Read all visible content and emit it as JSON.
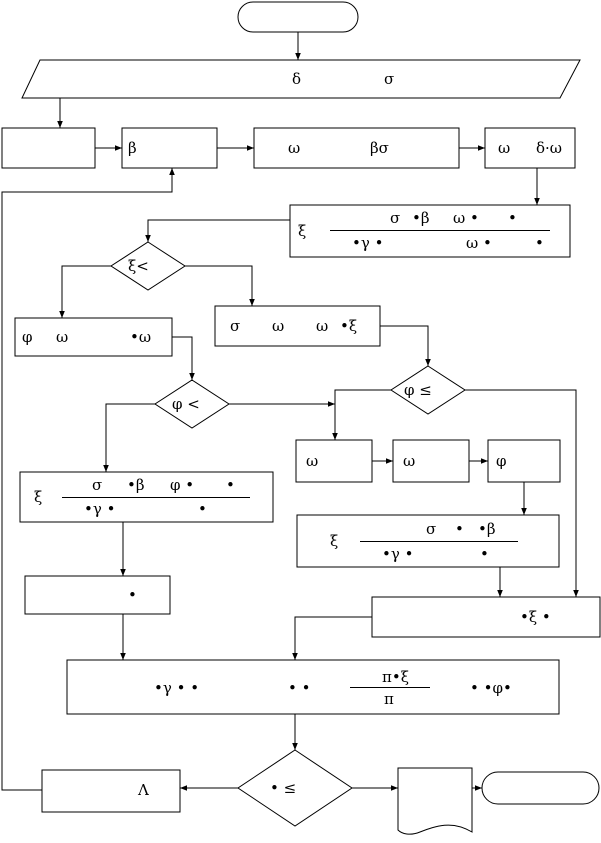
{
  "input_block": {
    "delta": "δ",
    "sigma": "σ"
  },
  "beta_block": {
    "beta": "β"
  },
  "omega_beta_sigma_block": {
    "omega": "ω",
    "beta_sigma": "βσ"
  },
  "omega_delta_block": {
    "omega": "ω",
    "delta_omega": "δ·ω"
  },
  "xi_formula_1": {
    "xi": "ξ",
    "numerator_sigma": "σ",
    "numerator_beta": "•β",
    "numerator_omega": "ω •",
    "numerator_dot": "•",
    "denominator_gamma": "•γ •",
    "denominator_omega": "ω •",
    "denominator_dot": "•"
  },
  "decision_xi": {
    "text": "ξ<"
  },
  "phi_omega_block": {
    "phi": "φ",
    "omega": "ω",
    "dot_omega": "•ω"
  },
  "sigma_omega_xi_block": {
    "sigma": "σ",
    "omega_1": "ω",
    "omega_2": "ω",
    "dot_xi": "•ξ"
  },
  "decision_phi_lt": {
    "text": "φ <"
  },
  "decision_phi_le": {
    "text": "φ ≤"
  },
  "small_omega_1": {
    "omega": "ω"
  },
  "small_omega_2": {
    "omega": "ω"
  },
  "small_phi": {
    "phi": "φ"
  },
  "xi_formula_2": {
    "xi": "ξ",
    "numerator_sigma": "σ",
    "numerator_beta": "•β",
    "numerator_phi": "φ •",
    "numerator_dot": "•",
    "denominator_gamma": "•γ •",
    "denominator_dot": "•"
  },
  "xi_formula_3": {
    "xi": "ξ",
    "numerator_sigma": "σ",
    "numerator_dot": "•",
    "numerator_beta": "•β",
    "denominator_gamma": "•γ •",
    "denominator_dot": "•"
  },
  "dot_block": {
    "dot": "•"
  },
  "xi_result_block": {
    "text": "•ξ •"
  },
  "final_formula": {
    "gamma_part": "•γ • •",
    "mid_part": "• •",
    "pi_xi": "π•ξ",
    "pi": "π",
    "phi_part": "• •φ•"
  },
  "lambda_block": {
    "lambda": "Λ"
  },
  "decision_final": {
    "text": "• ≤"
  }
}
